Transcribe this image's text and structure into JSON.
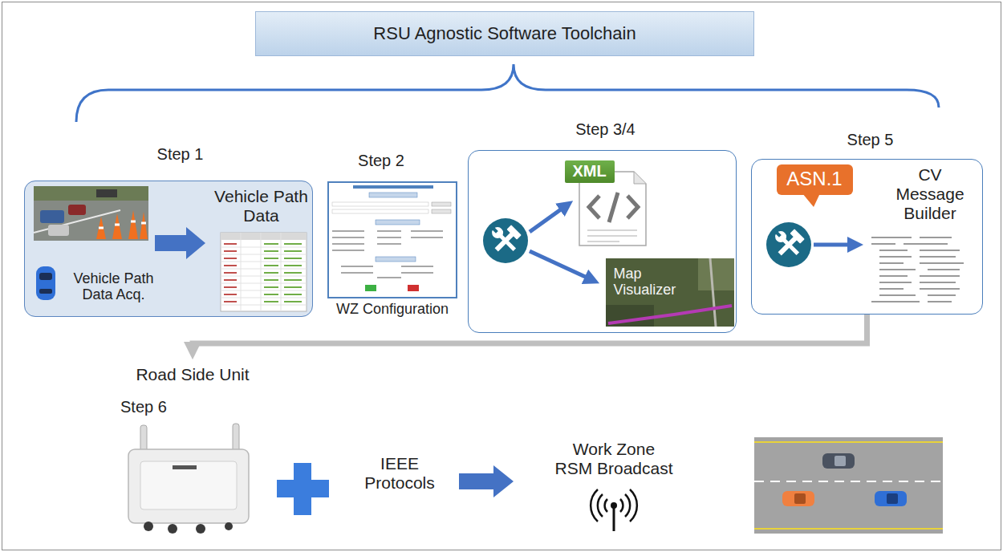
{
  "diagram": {
    "title": "RSU Agnostic Software Toolchain",
    "nodes": [
      {
        "text": [
          "Step 1",
          "Vehicle Path Data",
          "Vehicle Path Data Acq."
        ]
      },
      {
        "text": [
          "Step 2",
          "WZ Configuration"
        ]
      },
      {
        "text": [
          "Step 3/4"
        ]
      },
      {
        "text": [
          "XML"
        ],
        "in": 2
      },
      {
        "text": [
          "Map Visualizer"
        ],
        "in": 2
      },
      {
        "text": [
          "Step 5",
          "CV Message Builder"
        ]
      },
      {
        "text": [
          "ASN.1"
        ],
        "in": 5
      },
      {
        "text": [
          "Road Side Unit",
          "Step 6"
        ]
      }
    ],
    "edges": [
      {
        "from": 5,
        "to": 7,
        "arrow": "to"
      }
    ],
    "labels": [
      "IEEE Protocols",
      "Work Zone RSM Broadcast"
    ]
  }
}
